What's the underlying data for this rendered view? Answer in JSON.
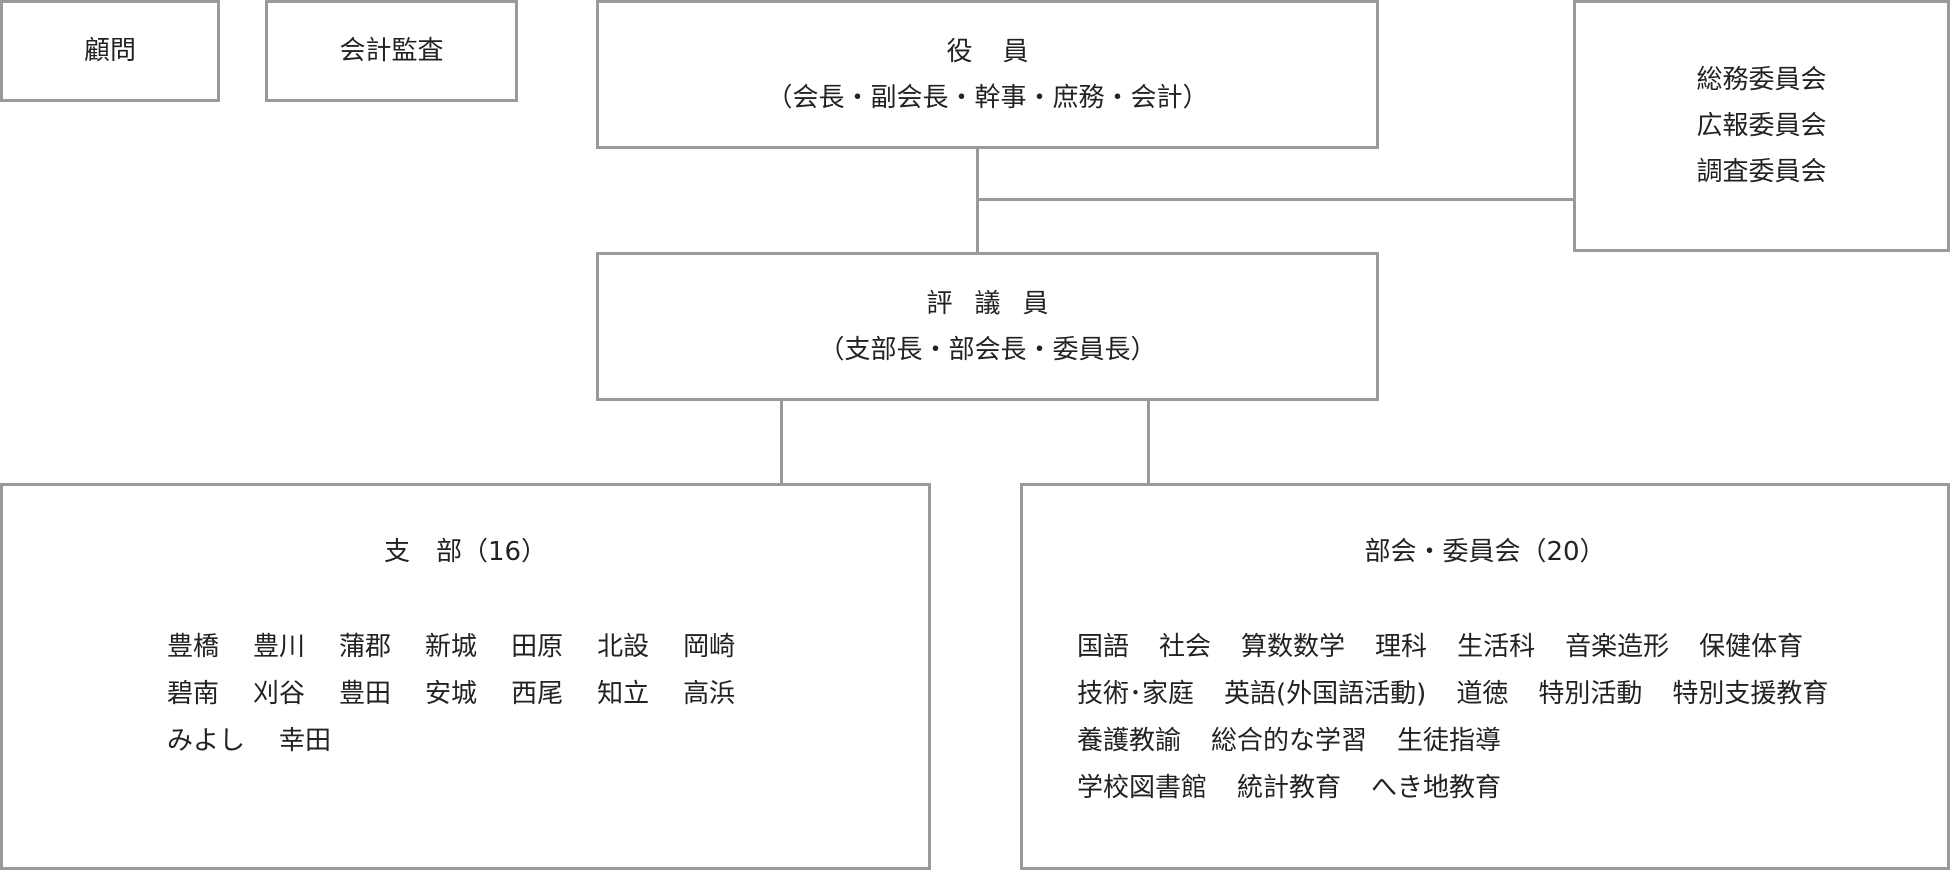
{
  "advisor": "顧問",
  "auditor": "会計監査",
  "officers": {
    "title": "役員",
    "subtitle": "（会長・副会長・幹事・庶務・会計）"
  },
  "committees": [
    "総務委員会",
    "広報委員会",
    "調査委員会"
  ],
  "councilors": {
    "title": "評議員",
    "subtitle": "（支部長・部会長・委員長）"
  },
  "branches": {
    "title": "支　部（16）",
    "rows": [
      [
        "豊橋",
        "豊川",
        "蒲郡",
        "新城",
        "田原",
        "北設",
        "岡崎"
      ],
      [
        "碧南",
        "刈谷",
        "豊田",
        "安城",
        "西尾",
        "知立",
        "高浜"
      ],
      [
        "みよし",
        "幸田"
      ]
    ]
  },
  "sections": {
    "title": "部会・委員会（20）",
    "rows": [
      [
        "国語",
        "社会",
        "算数数学",
        "理科",
        "生活科",
        "音楽造形",
        "保健体育"
      ],
      [
        "技術･家庭",
        "英語(外国語活動)",
        "道徳",
        "特別活動",
        "特別支援教育"
      ],
      [
        "養護教諭",
        "総合的な学習",
        "生徒指導"
      ],
      [
        "学校図書館",
        "統計教育",
        "へき地教育"
      ]
    ]
  }
}
